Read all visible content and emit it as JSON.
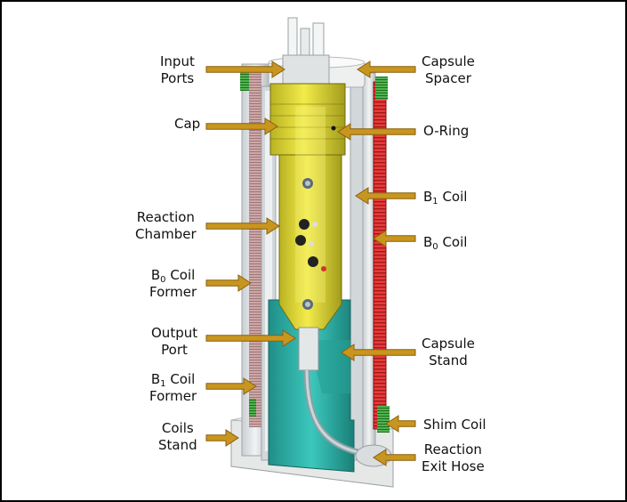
{
  "colors": {
    "arrow": "#c8961e",
    "arrow_dark": "#8a5f0e",
    "chamber": "#e8e23a",
    "stand": "#2fb4aa",
    "b0_coil": "#e53030",
    "coil_former": "#b89090",
    "shim_coil": "#3aa03a",
    "glass": "#d8dde0"
  },
  "labels": {
    "input_ports": [
      "Input",
      "Ports"
    ],
    "cap": [
      "Cap"
    ],
    "reaction_chamber": [
      "Reaction",
      "Chamber"
    ],
    "b0_coil_former": [
      "B0 Coil",
      "Former"
    ],
    "output_port": [
      "Output",
      "Port"
    ],
    "b1_coil_former": [
      "B1 Coil",
      "Former"
    ],
    "coils_stand": [
      "Coils",
      "Stand"
    ],
    "capsule_spacer": [
      "Capsule",
      "Spacer"
    ],
    "o_ring": [
      "O-Ring"
    ],
    "b1_coil": [
      "B1 Coil"
    ],
    "b0_coil": [
      "B0 Coil"
    ],
    "capsule_stand": [
      "Capsule",
      "Stand"
    ],
    "shim_coil": [
      "Shim Coil"
    ],
    "reaction_exit_hose": [
      "Reaction",
      "Exit Hose"
    ]
  }
}
